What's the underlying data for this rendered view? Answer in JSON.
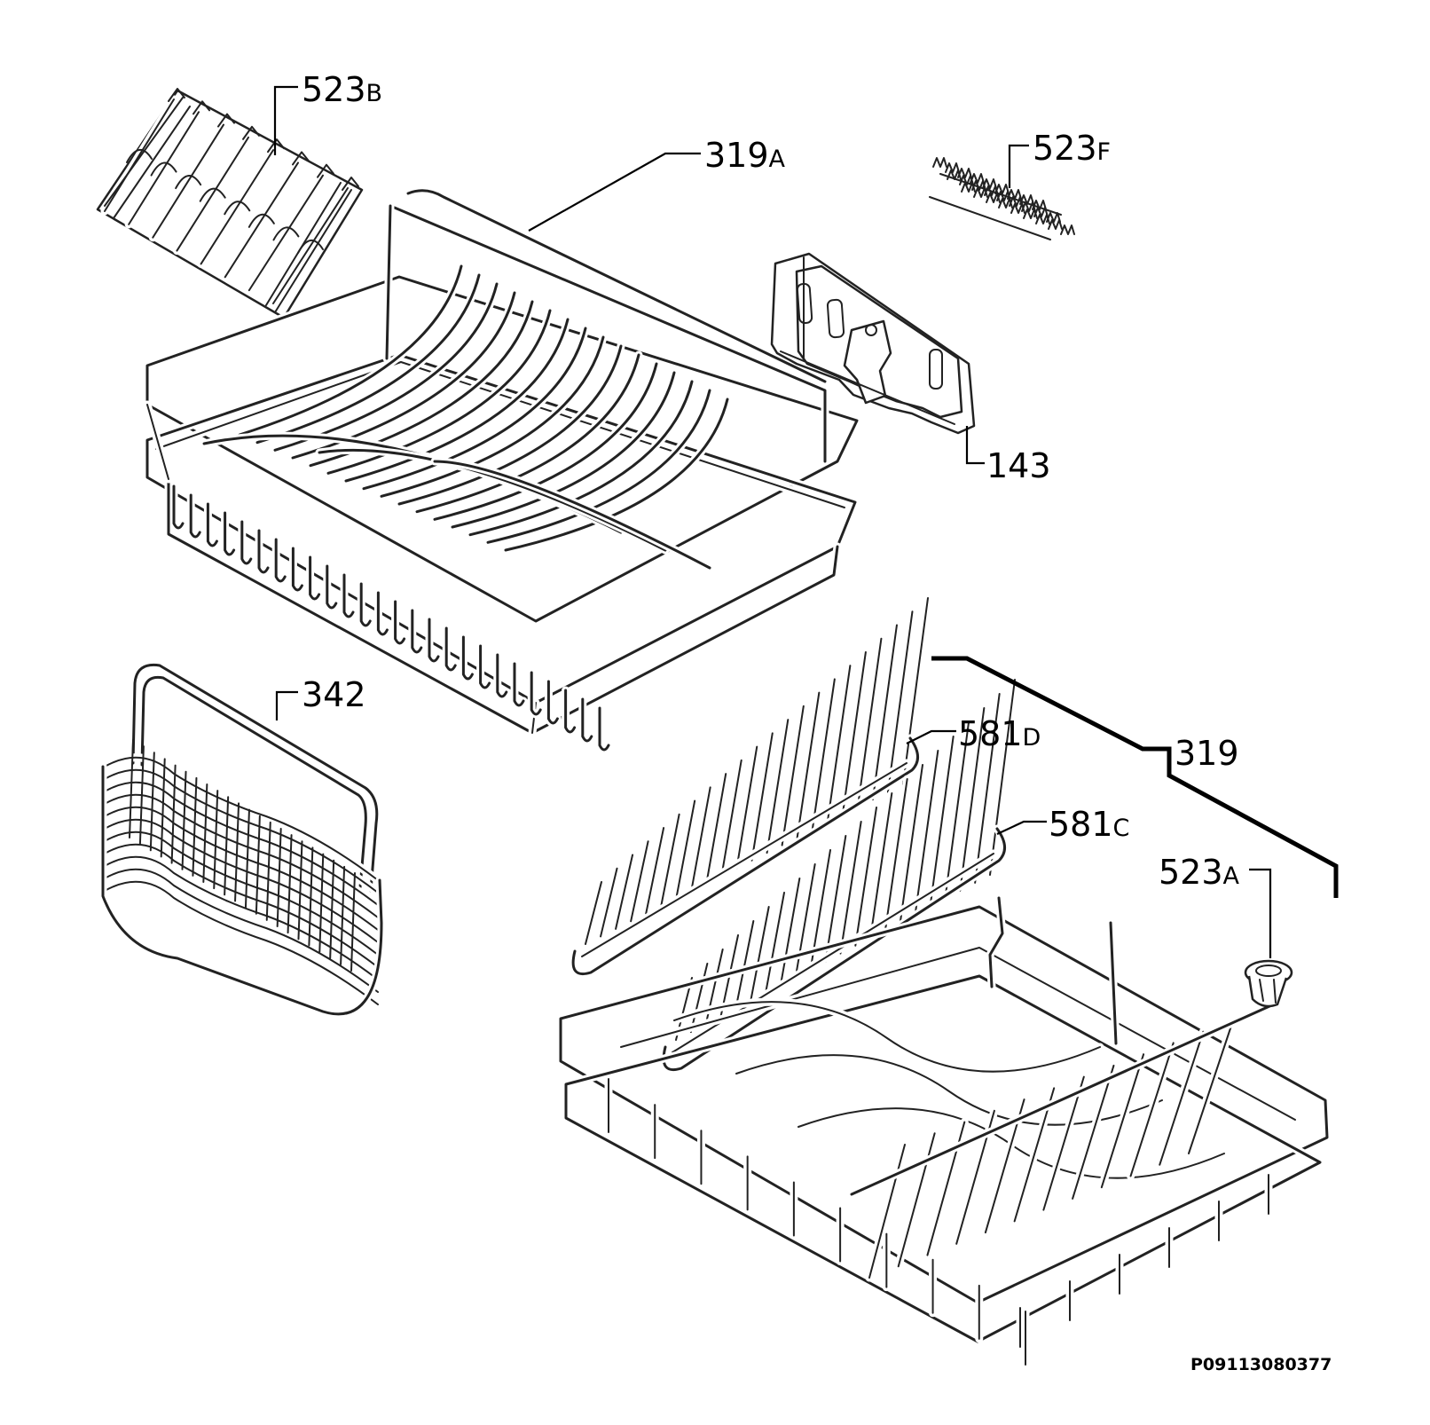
{
  "diagram": {
    "callouts": [
      {
        "id": "523B",
        "number": "523",
        "suffix": "B"
      },
      {
        "id": "319A",
        "number": "319",
        "suffix": "A"
      },
      {
        "id": "523F",
        "number": "523",
        "suffix": "F"
      },
      {
        "id": "143",
        "number": "143",
        "suffix": ""
      },
      {
        "id": "342",
        "number": "342",
        "suffix": ""
      },
      {
        "id": "581D",
        "number": "581",
        "suffix": "D"
      },
      {
        "id": "319",
        "number": "319",
        "suffix": ""
      },
      {
        "id": "581C",
        "number": "581",
        "suffix": "C"
      },
      {
        "id": "523A",
        "number": "523",
        "suffix": "A"
      }
    ],
    "drawing_code": "P09113080377"
  }
}
